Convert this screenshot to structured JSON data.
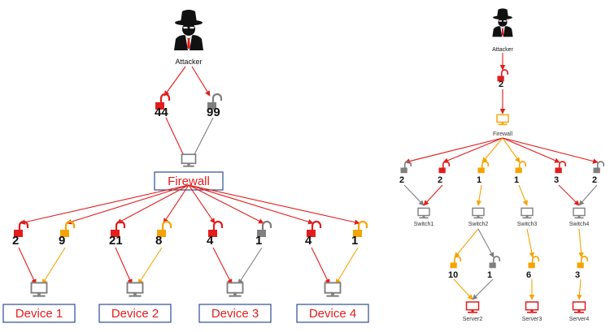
{
  "colors": {
    "red": "#e31c1c",
    "orange": "#f5a300",
    "gray": "#7f7f7f",
    "box_border": "#2e4d8f",
    "attacker": "#111111"
  },
  "left_diagram": {
    "attacker_label": "Attacker",
    "firewall_label": "Firewall",
    "attacker_locks": [
      {
        "count": "44",
        "color": "red"
      },
      {
        "count": "99",
        "color": "gray"
      }
    ],
    "device_locks": [
      {
        "count": "2",
        "color": "red"
      },
      {
        "count": "9",
        "color": "orange"
      },
      {
        "count": "21",
        "color": "red"
      },
      {
        "count": "8",
        "color": "orange"
      },
      {
        "count": "4",
        "color": "red"
      },
      {
        "count": "1",
        "color": "gray"
      },
      {
        "count": "4",
        "color": "red"
      },
      {
        "count": "1",
        "color": "orange"
      }
    ],
    "devices": [
      "Device 1",
      "Device 2",
      "Device 3",
      "Device 4"
    ]
  },
  "right_diagram": {
    "attacker_label": "Attacker",
    "firewall_label": "Firewall",
    "attacker_lock": {
      "count": "2",
      "color": "red"
    },
    "switch_locks": [
      {
        "count": "2",
        "color": "gray"
      },
      {
        "count": "2",
        "color": "red"
      },
      {
        "count": "1",
        "color": "orange"
      },
      {
        "count": "1",
        "color": "orange"
      },
      {
        "count": "3",
        "color": "red"
      },
      {
        "count": "2",
        "color": "gray"
      }
    ],
    "switches": [
      "Switch1",
      "Switch2",
      "Switch3",
      "Switch4"
    ],
    "server_locks": [
      {
        "count": "10",
        "color": "orange"
      },
      {
        "count": "1",
        "color": "gray"
      },
      {
        "count": "6",
        "color": "orange"
      },
      {
        "count": "3",
        "color": "orange"
      }
    ],
    "servers": [
      "Server2",
      "Server3",
      "Server4"
    ]
  }
}
